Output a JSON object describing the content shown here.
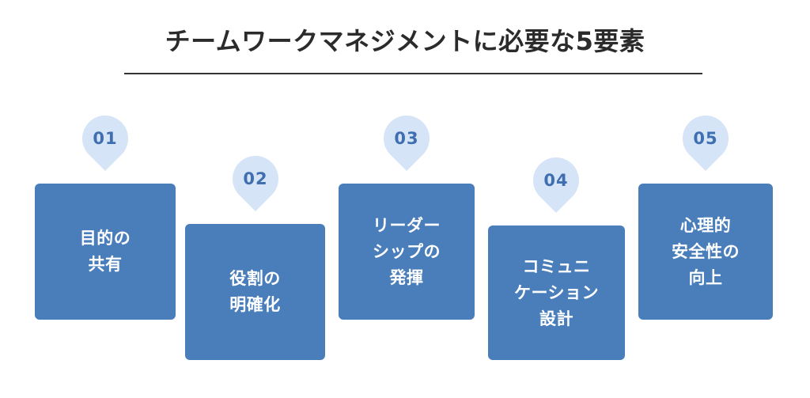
{
  "header": {
    "title": "チームワークマネジメントに必要な5要素",
    "rule_color": "#333333",
    "title_color": "#2b2b2b"
  },
  "theme": {
    "background": "#ffffff",
    "card_fill": "#4a7ebb",
    "card_text": "#ffffff",
    "pin_fill": "#d6e4f7",
    "pin_number_color": "#3f6fb0"
  },
  "steps": [
    {
      "number": "01",
      "label": "目的の\n共有",
      "position": "high"
    },
    {
      "number": "02",
      "label": "役割の\n明確化",
      "position": "low"
    },
    {
      "number": "03",
      "label": "リーダー\nシップの\n発揮",
      "position": "high"
    },
    {
      "number": "04",
      "label": "コミュニ\nケーション\n設計",
      "position": "low"
    },
    {
      "number": "05",
      "label": "心理的\n安全性の\n向上",
      "position": "high"
    }
  ]
}
